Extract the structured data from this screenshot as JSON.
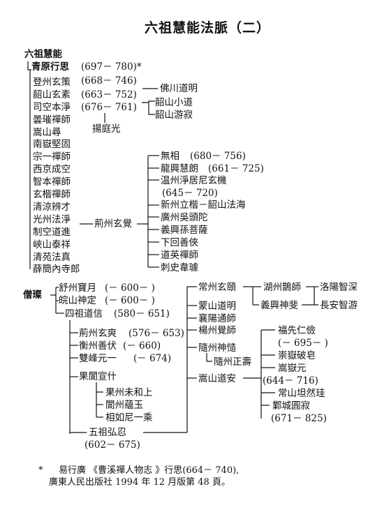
{
  "title": "六祖慧能法脈（二）",
  "root": "六祖慧能",
  "qingyuan": {
    "name": "青原行思",
    "dates": "(697－ 780)*",
    "disciples": [
      {
        "name": "登州玄策",
        "dates": "(668－ 746)"
      },
      {
        "name": "韶山玄素",
        "dates": "(663－ 752)"
      },
      {
        "name": "司空本淨",
        "dates": "(676－ 761)"
      },
      {
        "name": "曇璀禪師"
      },
      {
        "name": "嵩山尋"
      },
      {
        "name": "南嶽堅固"
      },
      {
        "name": "宗一禪師"
      },
      {
        "name": "西京成空"
      },
      {
        "name": "智本禪師"
      },
      {
        "name": "玄楷禪師"
      },
      {
        "name": "清涼辨才"
      },
      {
        "name": "光州法淨"
      },
      {
        "name": "制空道進"
      },
      {
        "name": "峽山泰祥"
      },
      {
        "name": "清苑法真"
      },
      {
        "name": "薛簡內寺郎"
      }
    ],
    "foyuan": "佛川道明",
    "shaoshan_disciples": [
      "韶山小道",
      "韶山游寂"
    ],
    "yang_tingguang": "揚庭光",
    "jingzhou": "荊州玄覺",
    "jingzhou_disciples": [
      {
        "name": "無相",
        "dates": "(680－ 756)"
      },
      {
        "name": "龍興慧朗",
        "dates": "(661－ 725)"
      },
      {
        "name": "温州淨居尼玄機"
      },
      {
        "name": "(645－ 720)"
      },
      {
        "name": "新州立楷－韶山法海"
      },
      {
        "name": "廣州吳頭陀"
      },
      {
        "name": "義興孫菩薩"
      },
      {
        "name": "下回善俠"
      },
      {
        "name": "道英禪師"
      },
      {
        "name": "刺史韋璩"
      }
    ]
  },
  "sengcan": {
    "name": "僧璨",
    "disciples": [
      {
        "name": "舒州寶月",
        "dates": "(－ 600－ )"
      },
      {
        "name": "皖山神定",
        "dates": "(－ 600－ )"
      }
    ],
    "daoxin": {
      "name": "四祖道信",
      "dates": "(580－ 651)"
    },
    "daoxin_disciples": [
      {
        "name": "荊州玄爽",
        "dates": "(576－ 653)"
      },
      {
        "name": "衡州善伏",
        "dates": "(－ 660)"
      },
      {
        "name": "雙峰元一",
        "dates": "(－ 674)"
      },
      {
        "name": "果閬宣什"
      }
    ],
    "xuanshi_disciples": [
      "果州未和上",
      "閬州蘊玉",
      "相如尼一乘"
    ],
    "hongren": {
      "name": "五祖弘忍",
      "dates": "(602－ 675)"
    },
    "right": [
      {
        "name": "常州玄頤"
      },
      {
        "name": "蒙山道明"
      },
      {
        "name": "襄陽通師"
      },
      {
        "name": "楊州覺師"
      },
      {
        "name": "隨州神慥"
      },
      {
        "name": "隨州正壽"
      },
      {
        "name": "嵩山道安"
      }
    ],
    "xuanyi_disciples": [
      "湖州鵲師",
      "義興神斐"
    ],
    "huzhou_disciple": "洛陽智深",
    "yixing_disciple": "長安智游",
    "daoan_disciples": [
      "福先仁儉",
      "(－ 695－ )",
      "崇嶽破皂",
      "嵩嶽元",
      "(644－ 716)",
      "常山坦然珪",
      "鄴城圓寂",
      "(671－ 825)"
    ]
  },
  "footnote": {
    "mark": "*",
    "line1": "易行廣 《曹溪禪人物志 》行思(664－ 740),",
    "line2": "廣東人民出版社 1994 年 12 月版第 48 頁。"
  }
}
